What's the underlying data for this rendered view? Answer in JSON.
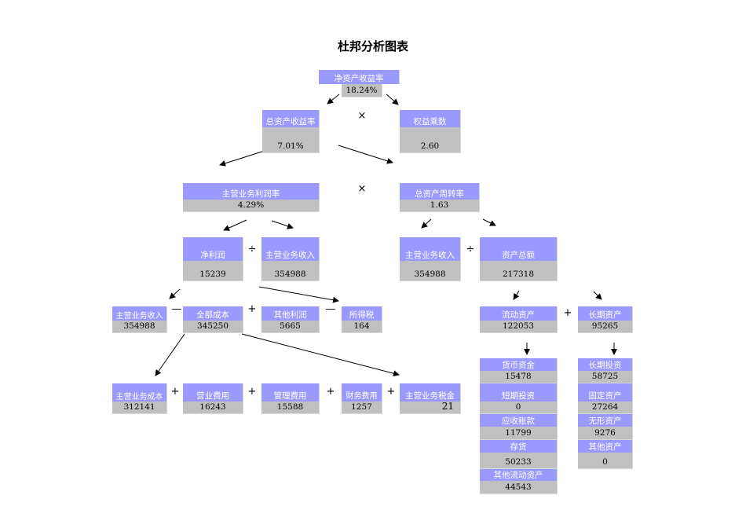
{
  "title": "杜邦分析图表",
  "nodes": {
    "roe": {
      "label": "净资产收益率",
      "value": "18.24%"
    },
    "roa": {
      "label": "总资产收益率",
      "value": "7.01%"
    },
    "equity_multiplier": {
      "label": "权益乘数",
      "value": "2.60"
    },
    "profit_margin": {
      "label": "主营业务利润率",
      "value": "4.29%"
    },
    "asset_turnover": {
      "label": "总资产周转率",
      "value": "1.63"
    },
    "net_profit": {
      "label": "净利润",
      "value": "15239"
    },
    "revenue_a": {
      "label": "主营业务收入",
      "value": "354988"
    },
    "revenue_b": {
      "label": "主营业务收入",
      "value": "354988"
    },
    "total_assets": {
      "label": "资产总额",
      "value": "217318"
    },
    "revenue_c": {
      "label": "主营业务收入",
      "value": "354988"
    },
    "total_cost": {
      "label": "全部成本",
      "value": "345250"
    },
    "other_profit": {
      "label": "其他利润",
      "value": "5665"
    },
    "income_tax": {
      "label": "所得税",
      "value": "164"
    },
    "current_assets": {
      "label": "流动资产",
      "value": "122053"
    },
    "longterm_assets": {
      "label": "长期资产",
      "value": "95265"
    },
    "cogs": {
      "label": "主营业务成本",
      "value": "312141"
    },
    "selling_exp": {
      "label": "营业费用",
      "value": "16243"
    },
    "admin_exp": {
      "label": "管理费用",
      "value": "15588"
    },
    "finance_exp": {
      "label": "财务费用",
      "value": "1257"
    },
    "business_tax": {
      "label": "主营业务税金",
      "value": "21"
    },
    "cash": {
      "label": "货币资金",
      "value": "15478"
    },
    "st_invest": {
      "label": "短期投资",
      "value": "0"
    },
    "receivables": {
      "label": "应收账款",
      "value": "11799"
    },
    "inventory": {
      "label": "存货",
      "value": "50233"
    },
    "other_current": {
      "label": "其他流动资产",
      "value": "44543"
    },
    "lt_invest": {
      "label": "长期投资",
      "value": "58725"
    },
    "fixed_assets": {
      "label": "固定资产",
      "value": "27264"
    },
    "intangible": {
      "label": "无形资产",
      "value": "9276"
    },
    "other_assets": {
      "label": "其他资产",
      "value": "0"
    }
  },
  "operators": {
    "times": "×",
    "divide": "÷",
    "plus": "+",
    "minus": "—"
  }
}
